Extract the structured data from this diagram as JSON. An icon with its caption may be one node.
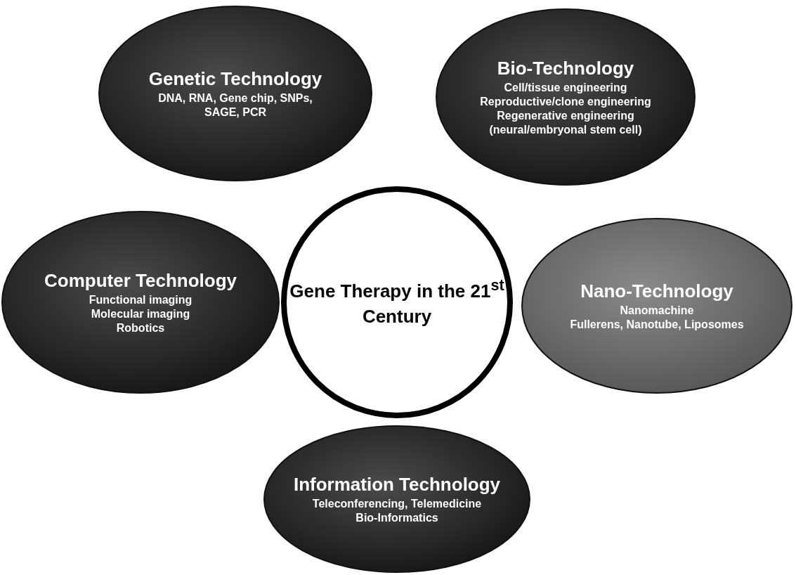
{
  "diagram": {
    "nodes": [
      {
        "text": [
          "Gene Therapy in the 21$^{st}$ Century"
        ]
      },
      {
        "text": [
          "Genetic Technology",
          "DNA, RNA, Gene chip, SNPs, SAGE, PCR"
        ]
      },
      {
        "text": [
          "Bio-Technology",
          "Cell/tissue engineering",
          "Reproductive/clone engineering",
          "Regenerative engineering",
          "(neural/embryonal stem cell)"
        ]
      },
      {
        "text": [
          "Computer Technology",
          "Functional imaging",
          "Molecular imaging",
          "Robotics"
        ]
      },
      {
        "text": [
          "Nano-Technology",
          "Nanomachine",
          "Fullerens, Nanotube, Liposomes"
        ]
      },
      {
        "text": [
          "Information Technology",
          "Teleconferencing, Telemedicine",
          "Bio-Informatics"
        ]
      }
    ]
  }
}
